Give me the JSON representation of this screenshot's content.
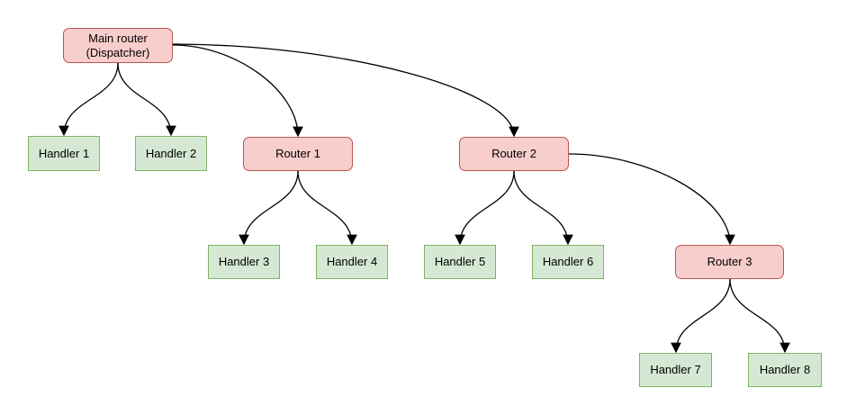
{
  "nodes": {
    "main_router": {
      "label": "Main router\n(Dispatcher)"
    },
    "handler1": {
      "label": "Handler 1"
    },
    "handler2": {
      "label": "Handler 2"
    },
    "router1": {
      "label": "Router 1"
    },
    "router2": {
      "label": "Router 2"
    },
    "handler3": {
      "label": "Handler 3"
    },
    "handler4": {
      "label": "Handler 4"
    },
    "handler5": {
      "label": "Handler 5"
    },
    "handler6": {
      "label": "Handler 6"
    },
    "router3": {
      "label": "Router 3"
    },
    "handler7": {
      "label": "Handler 7"
    },
    "handler8": {
      "label": "Handler 8"
    }
  },
  "edges": [
    {
      "from": "main_router",
      "to": "handler1"
    },
    {
      "from": "main_router",
      "to": "handler2"
    },
    {
      "from": "main_router",
      "to": "router1"
    },
    {
      "from": "main_router",
      "to": "router2"
    },
    {
      "from": "router1",
      "to": "handler3"
    },
    {
      "from": "router1",
      "to": "handler4"
    },
    {
      "from": "router2",
      "to": "handler5"
    },
    {
      "from": "router2",
      "to": "handler6"
    },
    {
      "from": "router2",
      "to": "router3"
    },
    {
      "from": "router3",
      "to": "handler7"
    },
    {
      "from": "router3",
      "to": "handler8"
    }
  ],
  "colors": {
    "router_fill": "#f8cecc",
    "router_stroke": "#b85450",
    "handler_fill": "#d5e8d4",
    "handler_stroke": "#82b366",
    "edge": "#000000",
    "text": "#000000",
    "background": "#ffffff"
  }
}
